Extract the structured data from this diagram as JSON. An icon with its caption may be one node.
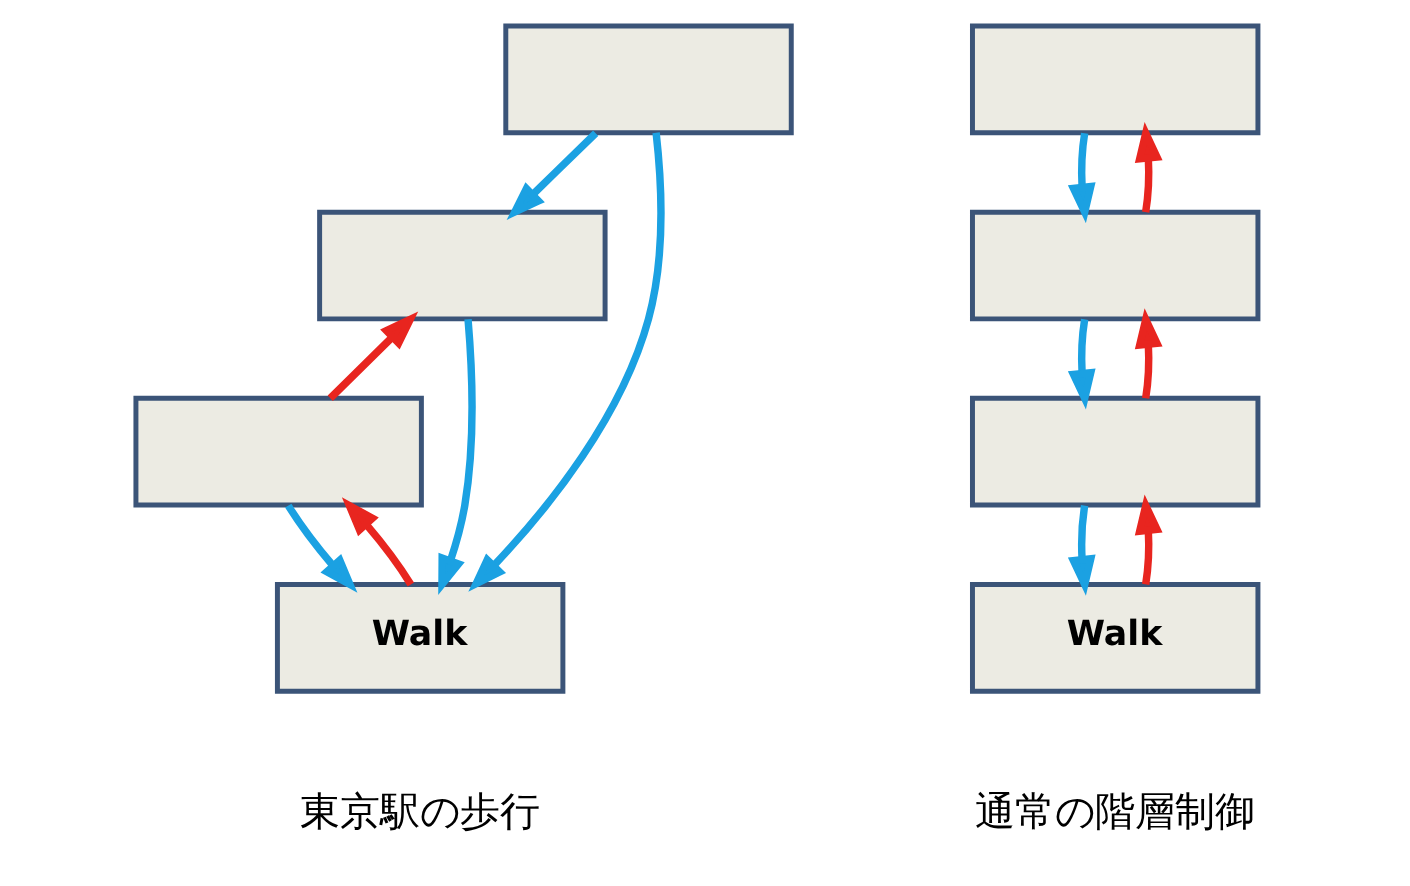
{
  "diagram": {
    "nodes": [
      {
        "text": [],
        "shape": "box"
      },
      {
        "text": [],
        "shape": "box"
      },
      {
        "text": [],
        "shape": "box"
      },
      {
        "text": [
          "Walk"
        ]
      },
      {
        "text": [],
        "shape": "box"
      },
      {
        "text": [],
        "shape": "box"
      },
      {
        "text": [],
        "shape": "box"
      },
      {
        "text": [
          "Walk"
        ]
      }
    ],
    "edges": [
      {
        "from": 0,
        "to": 3,
        "arrow": "to"
      },
      {
        "from": 0,
        "to": 1,
        "arrow": "to"
      },
      {
        "from": 1,
        "to": 3,
        "arrow": "to"
      },
      {
        "from": 2,
        "to": 3,
        "arrow": "to"
      },
      {
        "from": 3,
        "to": 2,
        "arrow": "to",
        "color": "#e8251f"
      },
      {
        "from": 2,
        "to": 1,
        "arrow": "to",
        "color": "#e8251f"
      },
      {
        "from": 4,
        "to": 5,
        "arrow": "to"
      },
      {
        "from": 5,
        "to": 6,
        "arrow": "to"
      },
      {
        "from": 6,
        "to": 7,
        "arrow": "to"
      },
      {
        "from": 7,
        "to": 6,
        "arrow": "to",
        "color": "#e8251f"
      },
      {
        "from": 6,
        "to": 5,
        "arrow": "to",
        "color": "#e8251f"
      },
      {
        "from": 5,
        "to": 4,
        "arrow": "to",
        "color": "#e8251f"
      }
    ],
    "labels": [
      "東京駅の歩行",
      "通常の階層制御"
    ]
  }
}
